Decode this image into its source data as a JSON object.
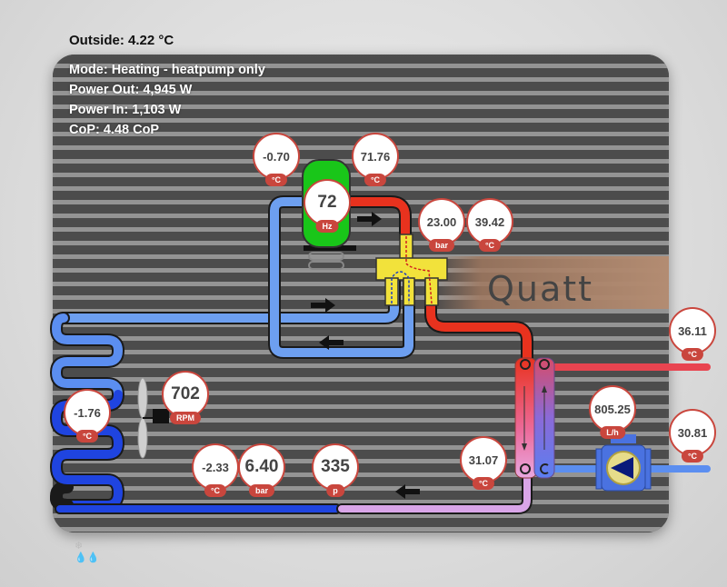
{
  "outside": "Outside: 4.22 °C",
  "status": {
    "mode": "Mode: Heating - heatpump only",
    "power_out": "Power Out: 4,945 W",
    "power_in": "Power In: 1,103 W",
    "cop": "CoP: 4.48 CoP"
  },
  "brand": "Quatt",
  "gauges": {
    "compressor_inlet_temp": {
      "value": "-0.70",
      "unit": "°C"
    },
    "compressor_outlet_temp": {
      "value": "71.76",
      "unit": "°C"
    },
    "compressor_freq": {
      "value": "72",
      "unit": "Hz"
    },
    "high_pressure": {
      "value": "23.00",
      "unit": "bar"
    },
    "condensing_temp": {
      "value": "39.42",
      "unit": "°C"
    },
    "water_out_temp": {
      "value": "36.11",
      "unit": "°C"
    },
    "water_in_temp": {
      "value": "30.81",
      "unit": "°C"
    },
    "flow_rate": {
      "value": "805.25",
      "unit": "L/h"
    },
    "hx_refrigerant_out_temp": {
      "value": "31.07",
      "unit": "°C"
    },
    "expansion_valve": {
      "value": "335",
      "unit": "p"
    },
    "low_pressure": {
      "value": "6.40",
      "unit": "bar"
    },
    "evaporating_temp": {
      "value": "-2.33",
      "unit": "°C"
    },
    "evaporator_temp": {
      "value": "-1.76",
      "unit": "°C"
    },
    "fan_speed": {
      "value": "702",
      "unit": "RPM"
    }
  },
  "colors": {
    "hot_pipe": "#e8321e",
    "cold_pipe": "#6d9ff0",
    "evaporator_pipe": "#1f44e0",
    "liquid_pipe": "#d9a5e8",
    "compressor": "#19c619",
    "four_way_valve": "#f2e23b",
    "gauge_border": "#c9463d"
  },
  "icons": {
    "fan": "fan-icon",
    "pump": "circulation-pump-icon",
    "compressor": "compressor-icon",
    "valve": "four-way-valve-icon",
    "defrost": "defrost-drops-icon"
  }
}
